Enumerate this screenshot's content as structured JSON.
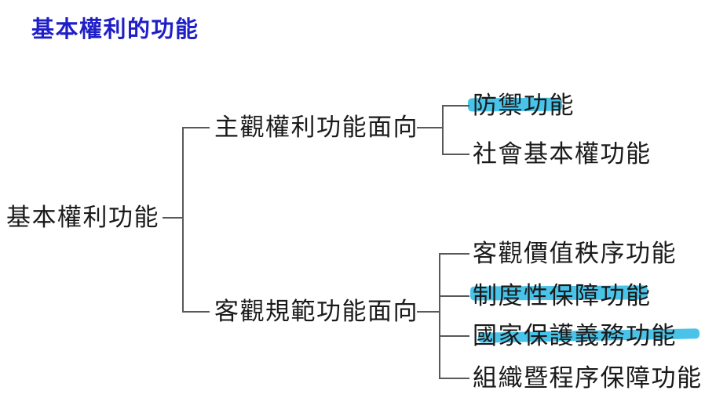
{
  "title": "基本權利的功能",
  "colors": {
    "title": "#1F1FC8",
    "highlight": "#4AC3E8",
    "line": "#595959",
    "text": "#1A1A1A"
  },
  "tree": {
    "root": {
      "label": "基本權利功能"
    },
    "branches": [
      {
        "label": "主觀權利功能面向",
        "children": [
          {
            "label": "防禦功能",
            "highlighted": true
          },
          {
            "label": "社會基本權功能",
            "highlighted": false
          }
        ]
      },
      {
        "label": "客觀規範功能面向",
        "children": [
          {
            "label": "客觀價值秩序功能",
            "highlighted": false
          },
          {
            "label": "制度性保障功能",
            "highlighted": true
          },
          {
            "label": "國家保護義務功能",
            "highlighted": true
          },
          {
            "label": "組織暨程序保障功能",
            "highlighted": false
          }
        ]
      }
    ]
  }
}
